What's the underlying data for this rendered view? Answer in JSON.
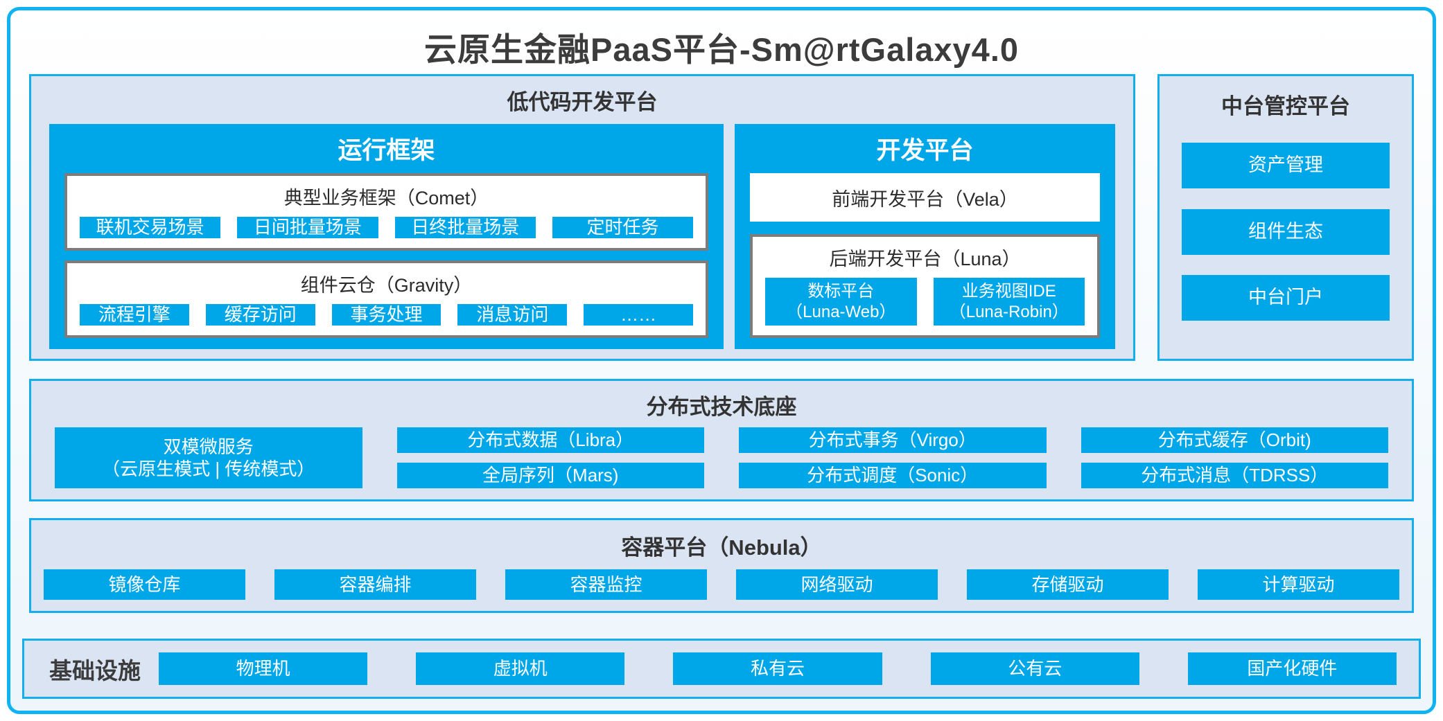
{
  "title": "云原生金融PaaS平台-Sm@rtGalaxy4.0",
  "colors": {
    "accent_blue": "#00a7e8",
    "panel_border_blue": "#14aeee",
    "panel_background": "#dbe4f3",
    "gray_box_border": "#7c7c7c",
    "dark_text": "#3c3c3c"
  },
  "lowcode": {
    "title": "低代码开发平台",
    "runtime": {
      "title": "运行框架",
      "comet": {
        "title": "典型业务框架（Comet）",
        "chips": [
          "联机交易场景",
          "日间批量场景",
          "日终批量场景",
          "定时任务"
        ]
      },
      "gravity": {
        "title": "组件云仓（Gravity）",
        "chips": [
          "流程引擎",
          "缓存访问",
          "事务处理",
          "消息访问",
          "……"
        ]
      }
    },
    "dev": {
      "title": "开发平台",
      "vela": "前端开发平台（Vela）",
      "luna": {
        "title": "后端开发平台（Luna）",
        "chips": [
          {
            "line1": "数标平台",
            "line2": "（Luna-Web）"
          },
          {
            "line1": "业务视图IDE",
            "line2": "（Luna-Robin）"
          }
        ]
      }
    }
  },
  "midplatform": {
    "title": "中台管控平台",
    "items": [
      "资产管理",
      "组件生态",
      "中台门户"
    ]
  },
  "distributed": {
    "title": "分布式技术底座",
    "dual": {
      "line1": "双模微服务",
      "line2": "（云原生模式 | 传统模式）"
    },
    "col1": [
      "分布式数据（Libra）",
      "全局序列（Mars)"
    ],
    "col2": [
      "分布式事务（Virgo）",
      "分布式调度（Sonic）"
    ],
    "col3": [
      "分布式缓存（Orbit)",
      "分布式消息（TDRSS）"
    ]
  },
  "containers": {
    "title": "容器平台（Nebula）",
    "chips": [
      "镜像仓库",
      "容器编排",
      "容器监控",
      "网络驱动",
      "存储驱动",
      "计算驱动"
    ]
  },
  "infrastructure": {
    "label": "基础设施",
    "chips": [
      "物理机",
      "虚拟机",
      "私有云",
      "公有云",
      "国产化硬件"
    ]
  }
}
